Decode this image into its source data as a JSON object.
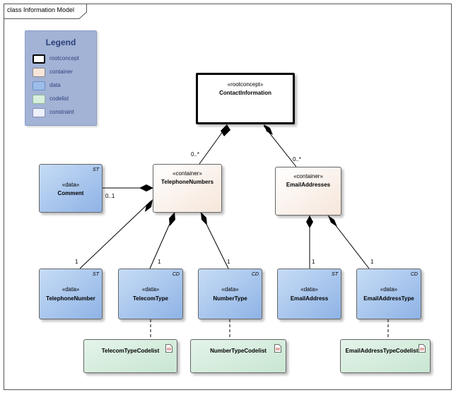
{
  "frame": {
    "title": "class Information Model"
  },
  "legend": {
    "title": "Legend",
    "items": [
      {
        "label": "rootconcept",
        "fill": "#ffffff",
        "border": "#000000"
      },
      {
        "label": "container",
        "fill": "#f6e6da",
        "border": "#888888"
      },
      {
        "label": "data",
        "fill": "#9dbde9",
        "border": "#6a8fc6"
      },
      {
        "label": "codelist",
        "fill": "#d7efdd",
        "border": "#8fb59b"
      },
      {
        "label": "constraint",
        "fill": "#eef0fb",
        "border": "#8a8fb5"
      }
    ]
  },
  "classes": {
    "contact_information": {
      "stereotype": "«rootconcept»",
      "name": "ContactInformation"
    },
    "telephone_numbers": {
      "stereotype": "«container»",
      "name": "TelephoneNumbers"
    },
    "email_addresses": {
      "stereotype": "«container»",
      "name": "EmailAddresses"
    },
    "comment": {
      "stereotype": "«data»",
      "name": "Comment",
      "tag": "ST"
    },
    "telephone_number": {
      "stereotype": "«data»",
      "name": "TelephoneNumber",
      "tag": "ST"
    },
    "telecom_type": {
      "stereotype": "«data»",
      "name": "TelecomType",
      "tag": "CD"
    },
    "number_type": {
      "stereotype": "«data»",
      "name": "NumberType",
      "tag": "CD"
    },
    "email_address": {
      "stereotype": "«data»",
      "name": "EmailAddress",
      "tag": "ST"
    },
    "email_address_type": {
      "stereotype": "«data»",
      "name": "EmailAddressType",
      "tag": "CD"
    },
    "telecom_type_codelist": {
      "name": "TelecomTypeCodelist"
    },
    "number_type_codelist": {
      "name": "NumberTypeCodelist"
    },
    "email_address_type_codelist": {
      "name": "EmailAddressTypeCodelist"
    }
  },
  "multiplicities": {
    "contact_to_telephone": "0..*",
    "contact_to_email": "0..*",
    "telephone_to_comment": "0..1",
    "telephone_to_number": "1",
    "telephone_to_telecomtype": "1",
    "telephone_to_numbertype": "1",
    "email_to_address": "1",
    "email_to_type": "1"
  }
}
